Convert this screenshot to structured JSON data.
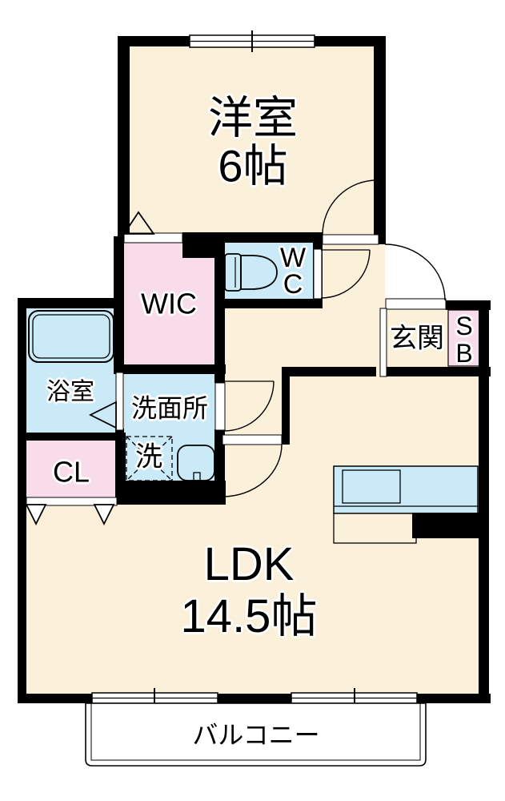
{
  "floorplan": {
    "rooms": {
      "western_room": {
        "name": "洋室",
        "size": "6帖"
      },
      "ldk": {
        "name": "LDK",
        "size": "14.5帖"
      },
      "wic": {
        "label": "WIC"
      },
      "wc": {
        "letters": [
          "W",
          "C"
        ]
      },
      "entrance": {
        "label": "玄関"
      },
      "shoe_box": {
        "letters": [
          "S",
          "B"
        ]
      },
      "bathroom": {
        "label": "浴室"
      },
      "washroom": {
        "label": "洗面所"
      },
      "washer": {
        "label": "洗"
      },
      "closet": {
        "label": "CL"
      },
      "balcony": {
        "label": "バルコニー"
      }
    },
    "colors": {
      "floor_cream": "#fbf1db",
      "storage_pink": "#f9dcea",
      "wet_blue": "#cbeaf8",
      "wall_black": "#000000",
      "background_white": "#ffffff"
    }
  }
}
